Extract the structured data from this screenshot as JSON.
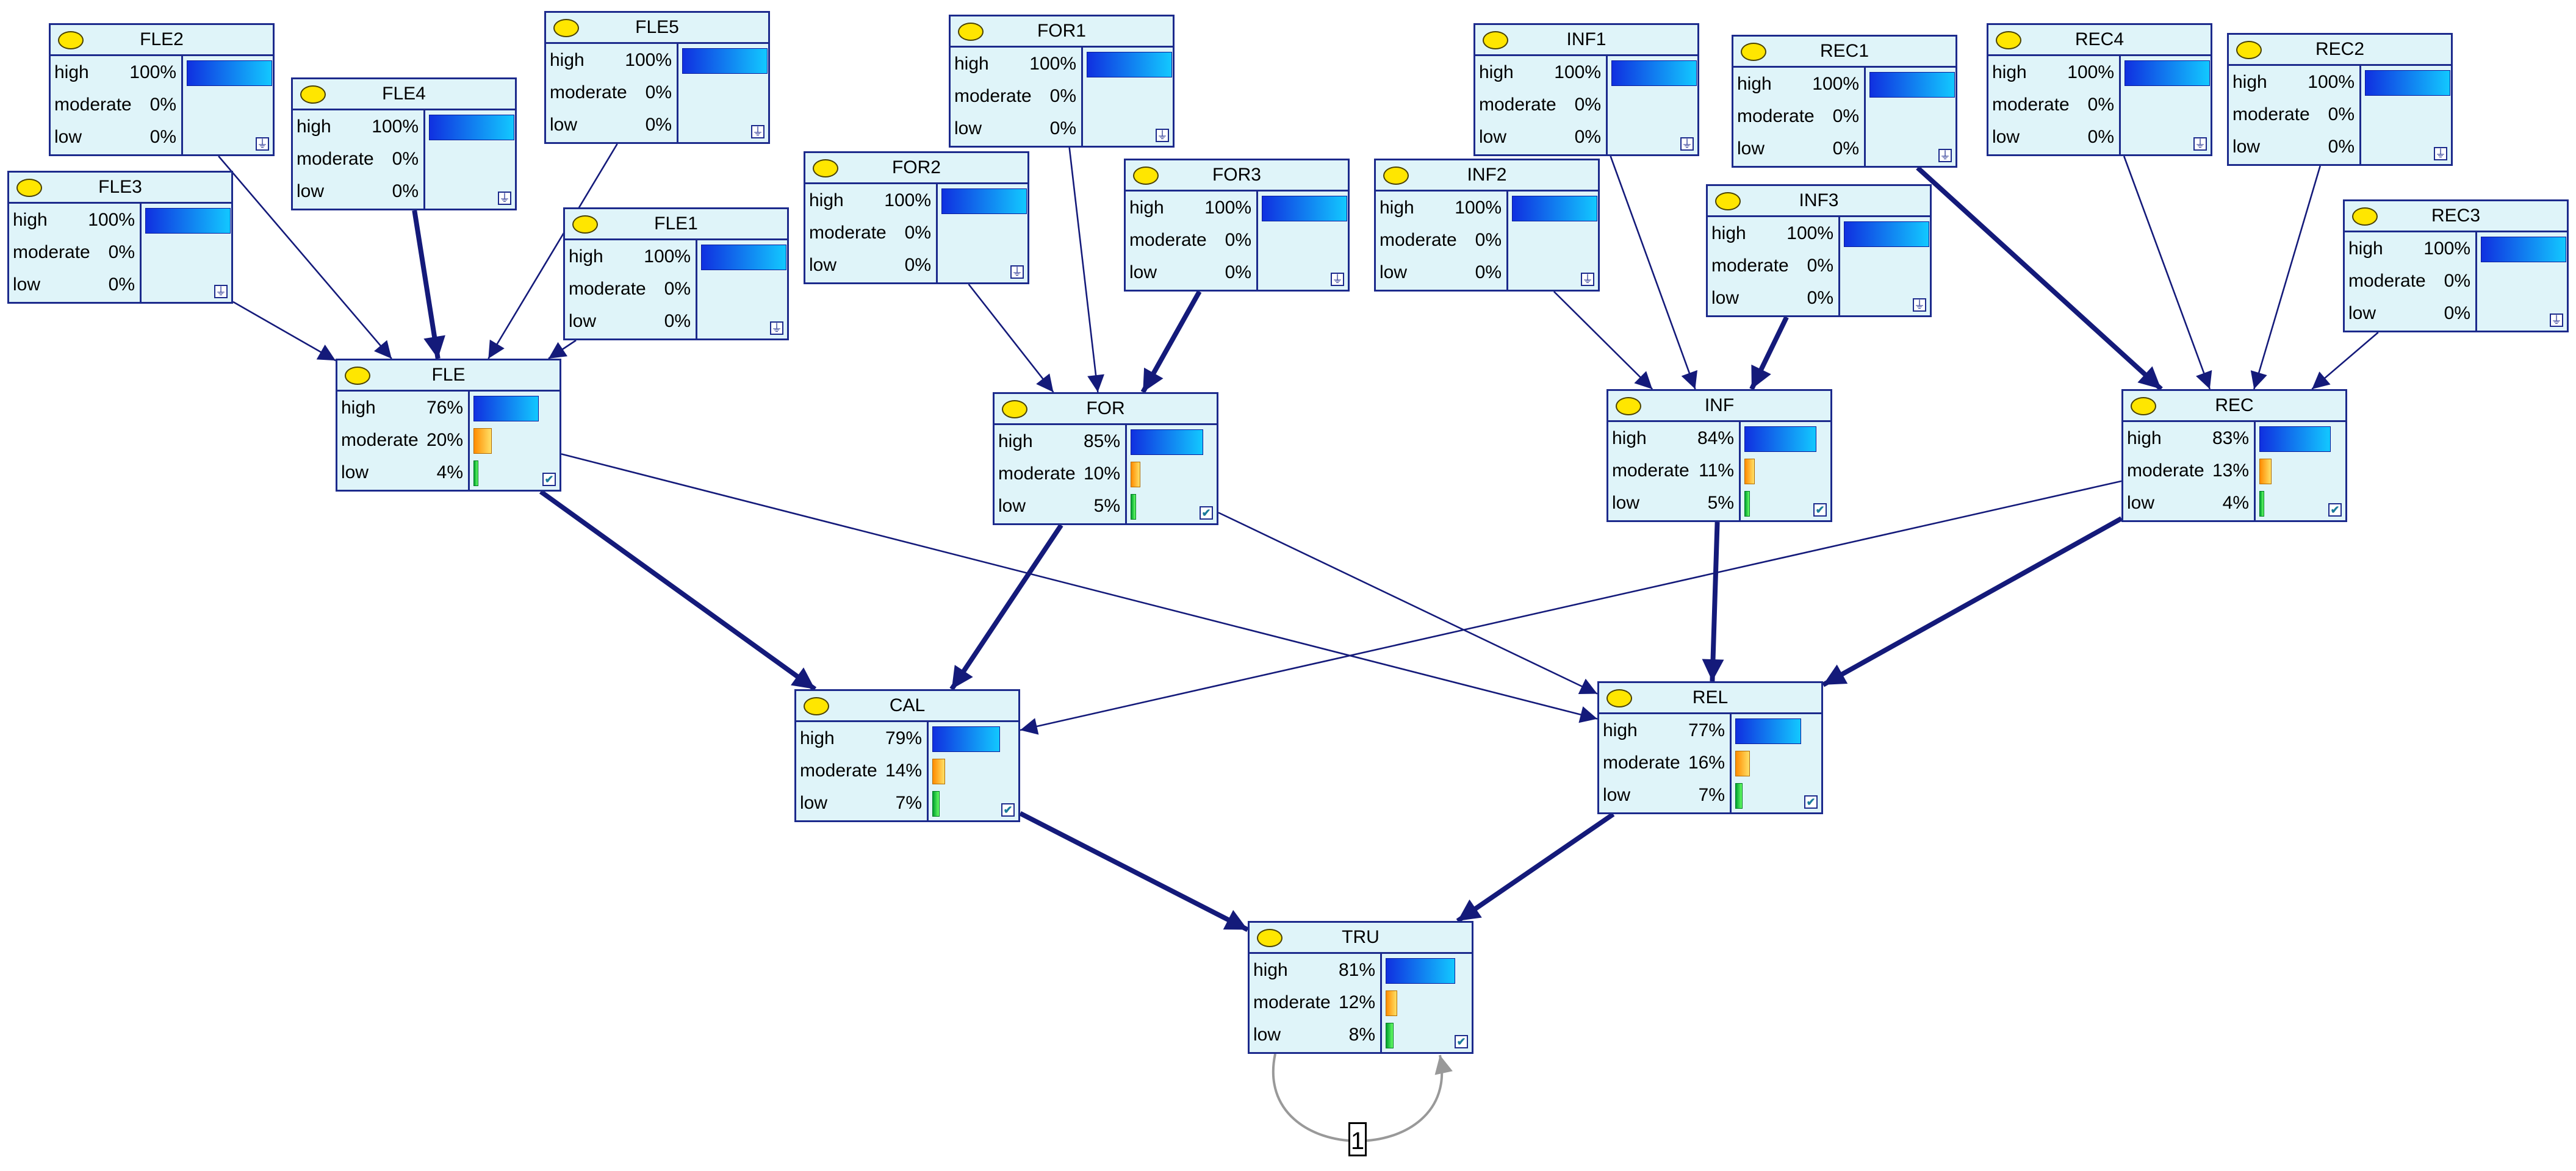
{
  "colors": {
    "node_bg": "#dff4f9",
    "border": "#1c2a8c",
    "edge": "#141a7a",
    "high": "#1e3cff",
    "moderate": "#ff9900",
    "low": "#00aa33",
    "oval": "#ffe600"
  },
  "nodes": {
    "FLE2": {
      "title": "FLE2",
      "type": "evidence",
      "states": [
        {
          "label": "high",
          "pct": "100%"
        },
        {
          "label": "moderate",
          "pct": "0%"
        },
        {
          "label": "low",
          "pct": "0%"
        }
      ],
      "values": [
        1,
        0,
        0
      ]
    },
    "FLE4": {
      "title": "FLE4",
      "type": "evidence",
      "states": [
        {
          "label": "high",
          "pct": "100%"
        },
        {
          "label": "moderate",
          "pct": "0%"
        },
        {
          "label": "low",
          "pct": "0%"
        }
      ],
      "values": [
        1,
        0,
        0
      ]
    },
    "FLE5": {
      "title": "FLE5",
      "type": "evidence",
      "states": [
        {
          "label": "high",
          "pct": "100%"
        },
        {
          "label": "moderate",
          "pct": "0%"
        },
        {
          "label": "low",
          "pct": "0%"
        }
      ],
      "values": [
        1,
        0,
        0
      ]
    },
    "FLE3": {
      "title": "FLE3",
      "type": "evidence",
      "states": [
        {
          "label": "high",
          "pct": "100%"
        },
        {
          "label": "moderate",
          "pct": "0%"
        },
        {
          "label": "low",
          "pct": "0%"
        }
      ],
      "values": [
        1,
        0,
        0
      ]
    },
    "FLE1": {
      "title": "FLE1",
      "type": "evidence",
      "states": [
        {
          "label": "high",
          "pct": "100%"
        },
        {
          "label": "moderate",
          "pct": "0%"
        },
        {
          "label": "low",
          "pct": "0%"
        }
      ],
      "values": [
        1,
        0,
        0
      ]
    },
    "FOR1": {
      "title": "FOR1",
      "type": "evidence",
      "states": [
        {
          "label": "high",
          "pct": "100%"
        },
        {
          "label": "moderate",
          "pct": "0%"
        },
        {
          "label": "low",
          "pct": "0%"
        }
      ],
      "values": [
        1,
        0,
        0
      ]
    },
    "FOR2": {
      "title": "FOR2",
      "type": "evidence",
      "states": [
        {
          "label": "high",
          "pct": "100%"
        },
        {
          "label": "moderate",
          "pct": "0%"
        },
        {
          "label": "low",
          "pct": "0%"
        }
      ],
      "values": [
        1,
        0,
        0
      ]
    },
    "FOR3": {
      "title": "FOR3",
      "type": "evidence",
      "states": [
        {
          "label": "high",
          "pct": "100%"
        },
        {
          "label": "moderate",
          "pct": "0%"
        },
        {
          "label": "low",
          "pct": "0%"
        }
      ],
      "values": [
        1,
        0,
        0
      ]
    },
    "INF1": {
      "title": "INF1",
      "type": "evidence",
      "states": [
        {
          "label": "high",
          "pct": "100%"
        },
        {
          "label": "moderate",
          "pct": "0%"
        },
        {
          "label": "low",
          "pct": "0%"
        }
      ],
      "values": [
        1,
        0,
        0
      ]
    },
    "INF2": {
      "title": "INF2",
      "type": "evidence",
      "states": [
        {
          "label": "high",
          "pct": "100%"
        },
        {
          "label": "moderate",
          "pct": "0%"
        },
        {
          "label": "low",
          "pct": "0%"
        }
      ],
      "values": [
        1,
        0,
        0
      ]
    },
    "INF3": {
      "title": "INF3",
      "type": "evidence",
      "states": [
        {
          "label": "high",
          "pct": "100%"
        },
        {
          "label": "moderate",
          "pct": "0%"
        },
        {
          "label": "low",
          "pct": "0%"
        }
      ],
      "values": [
        1,
        0,
        0
      ]
    },
    "REC1": {
      "title": "REC1",
      "type": "evidence",
      "states": [
        {
          "label": "high",
          "pct": "100%"
        },
        {
          "label": "moderate",
          "pct": "0%"
        },
        {
          "label": "low",
          "pct": "0%"
        }
      ],
      "values": [
        1,
        0,
        0
      ]
    },
    "REC4": {
      "title": "REC4",
      "type": "evidence",
      "states": [
        {
          "label": "high",
          "pct": "100%"
        },
        {
          "label": "moderate",
          "pct": "0%"
        },
        {
          "label": "low",
          "pct": "0%"
        }
      ],
      "values": [
        1,
        0,
        0
      ]
    },
    "REC2": {
      "title": "REC2",
      "type": "evidence",
      "states": [
        {
          "label": "high",
          "pct": "100%"
        },
        {
          "label": "moderate",
          "pct": "0%"
        },
        {
          "label": "low",
          "pct": "0%"
        }
      ],
      "values": [
        1,
        0,
        0
      ]
    },
    "REC3": {
      "title": "REC3",
      "type": "evidence",
      "states": [
        {
          "label": "high",
          "pct": "100%"
        },
        {
          "label": "moderate",
          "pct": "0%"
        },
        {
          "label": "low",
          "pct": "0%"
        }
      ],
      "values": [
        1,
        0,
        0
      ]
    },
    "FLE": {
      "title": "FLE",
      "type": "inferred",
      "states": [
        {
          "label": "high",
          "pct": "76%"
        },
        {
          "label": "moderate",
          "pct": "20%"
        },
        {
          "label": "low",
          "pct": "4%"
        }
      ],
      "values": [
        0.76,
        0.2,
        0.04
      ]
    },
    "FOR": {
      "title": "FOR",
      "type": "inferred",
      "states": [
        {
          "label": "high",
          "pct": "85%"
        },
        {
          "label": "moderate",
          "pct": "10%"
        },
        {
          "label": "low",
          "pct": "5%"
        }
      ],
      "values": [
        0.85,
        0.1,
        0.05
      ]
    },
    "INF": {
      "title": "INF",
      "type": "inferred",
      "states": [
        {
          "label": "high",
          "pct": "84%"
        },
        {
          "label": "moderate",
          "pct": "11%"
        },
        {
          "label": "low",
          "pct": "5%"
        }
      ],
      "values": [
        0.84,
        0.11,
        0.05
      ]
    },
    "REC": {
      "title": "REC",
      "type": "inferred",
      "states": [
        {
          "label": "high",
          "pct": "83%"
        },
        {
          "label": "moderate",
          "pct": "13%"
        },
        {
          "label": "low",
          "pct": "4%"
        }
      ],
      "values": [
        0.83,
        0.13,
        0.04
      ]
    },
    "CAL": {
      "title": "CAL",
      "type": "inferred",
      "states": [
        {
          "label": "high",
          "pct": "79%"
        },
        {
          "label": "moderate",
          "pct": "14%"
        },
        {
          "label": "low",
          "pct": "7%"
        }
      ],
      "values": [
        0.79,
        0.14,
        0.07
      ]
    },
    "REL": {
      "title": "REL",
      "type": "inferred",
      "states": [
        {
          "label": "high",
          "pct": "77%"
        },
        {
          "label": "moderate",
          "pct": "16%"
        },
        {
          "label": "low",
          "pct": "7%"
        }
      ],
      "values": [
        0.77,
        0.16,
        0.07
      ]
    },
    "TRU": {
      "title": "TRU",
      "type": "inferred",
      "states": [
        {
          "label": "high",
          "pct": "81%"
        },
        {
          "label": "moderate",
          "pct": "12%"
        },
        {
          "label": "low",
          "pct": "8%"
        }
      ],
      "values": [
        0.81,
        0.12,
        0.08
      ]
    }
  },
  "edges": [
    {
      "from": "FLE2",
      "to": "FLE",
      "weight": "thin"
    },
    {
      "from": "FLE4",
      "to": "FLE",
      "weight": "thick"
    },
    {
      "from": "FLE5",
      "to": "FLE",
      "weight": "thin"
    },
    {
      "from": "FLE3",
      "to": "FLE",
      "weight": "thin"
    },
    {
      "from": "FLE1",
      "to": "FLE",
      "weight": "thin"
    },
    {
      "from": "FOR1",
      "to": "FOR",
      "weight": "thin"
    },
    {
      "from": "FOR2",
      "to": "FOR",
      "weight": "thin"
    },
    {
      "from": "FOR3",
      "to": "FOR",
      "weight": "thick"
    },
    {
      "from": "INF1",
      "to": "INF",
      "weight": "thin"
    },
    {
      "from": "INF2",
      "to": "INF",
      "weight": "thin"
    },
    {
      "from": "INF3",
      "to": "INF",
      "weight": "thick"
    },
    {
      "from": "REC1",
      "to": "REC",
      "weight": "thick"
    },
    {
      "from": "REC4",
      "to": "REC",
      "weight": "thin"
    },
    {
      "from": "REC2",
      "to": "REC",
      "weight": "thin"
    },
    {
      "from": "REC3",
      "to": "REC",
      "weight": "thin"
    },
    {
      "from": "FLE",
      "to": "CAL",
      "weight": "thick"
    },
    {
      "from": "FLE",
      "to": "REL",
      "weight": "thin"
    },
    {
      "from": "FOR",
      "to": "CAL",
      "weight": "thick"
    },
    {
      "from": "FOR",
      "to": "REL",
      "weight": "thin"
    },
    {
      "from": "INF",
      "to": "REL",
      "weight": "thick"
    },
    {
      "from": "REC",
      "to": "REL",
      "weight": "thick"
    },
    {
      "from": "REC",
      "to": "CAL",
      "weight": "thin"
    },
    {
      "from": "CAL",
      "to": "TRU",
      "weight": "thick"
    },
    {
      "from": "REL",
      "to": "TRU",
      "weight": "thick"
    }
  ],
  "self_loop": {
    "node": "TRU",
    "label": "1"
  }
}
